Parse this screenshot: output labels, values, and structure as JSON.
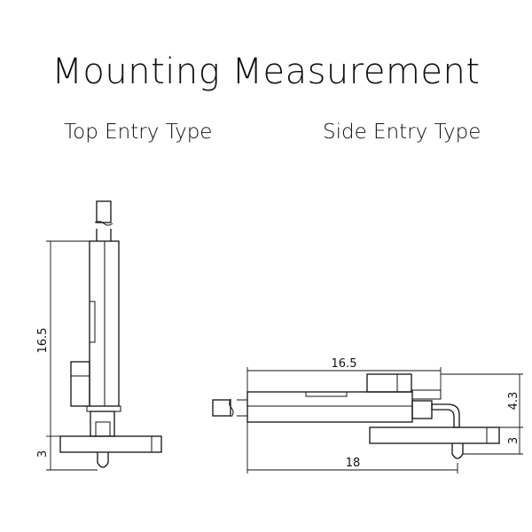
{
  "title": "Mounting Measurement",
  "labels": {
    "top_entry": "Top Entry Type",
    "side_entry": "Side Entry Type"
  },
  "dimensions": {
    "top_height": "16.5",
    "top_base": "3",
    "side_length": "16.5",
    "side_total": "18",
    "side_height": "4.3",
    "side_base": "3"
  },
  "colors": {
    "line": "#111111",
    "background": "#ffffff"
  }
}
